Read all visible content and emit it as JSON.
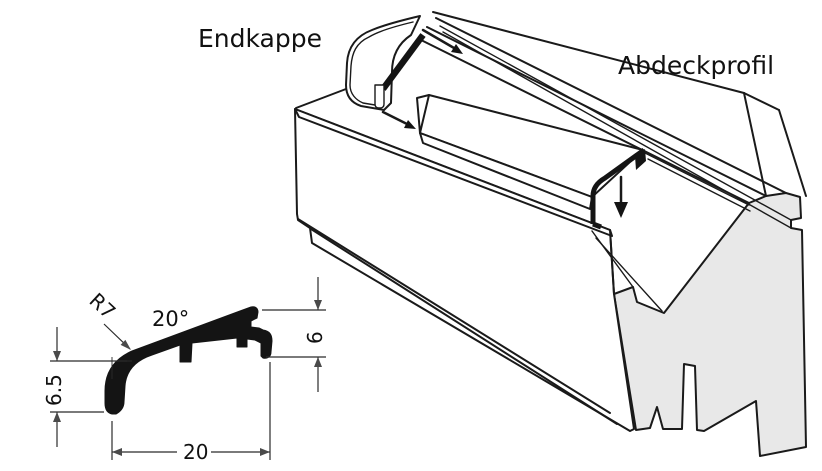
{
  "diagram": {
    "title_labels": {
      "end_cap": "Endkappe",
      "cover_profile": "Abdeckprofil"
    },
    "cross_section": {
      "radius_label": "R7",
      "angle_label": "20°",
      "left_height": "6.5",
      "bottom_width": "20",
      "right_height": "6"
    },
    "icons": {
      "slide_arrows": "direction-arrow-icon",
      "insert_arrow": "down-arrow-icon"
    },
    "colors": {
      "background": "#ffffff",
      "line": "#1a1a1a",
      "end_face": "#e8e8e8",
      "profile_fill": "#141414",
      "dim_line": "#2a2a2a"
    }
  }
}
